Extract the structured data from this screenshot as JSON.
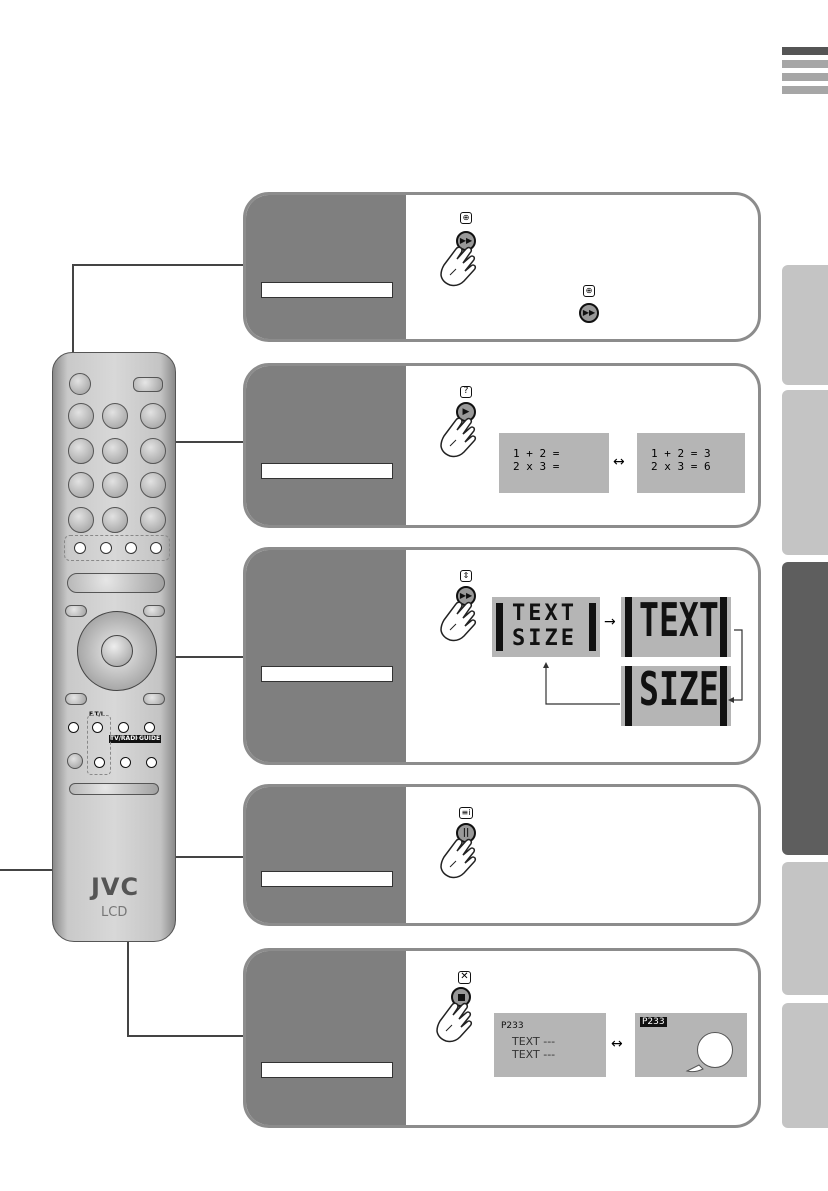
{
  "header": {
    "bar_colors": [
      "#555555",
      "#a6a6a6",
      "#a6a6a6",
      "#a6a6a6"
    ]
  },
  "remote": {
    "brand": "JVC",
    "model_text": "LCD",
    "labels": {
      "ftl": "F.T/L",
      "tv_radio": "TV/RADIO",
      "guide": "GUIDE"
    }
  },
  "panels": {
    "reveal": {
      "left_expr": "1 + 2 =\n2 x 3 =",
      "right_expr": "1 + 2 = 3\n2 x 3 = 6"
    },
    "size": {
      "text_small_1": "TEXT",
      "text_small_2": "SIZE",
      "text_big_1": "TEXT",
      "text_big_2": "SIZE"
    },
    "cancel": {
      "page_left": "P233",
      "line1": "TEXT ---",
      "line2": "TEXT ---",
      "page_right": "P233"
    }
  },
  "icons": {
    "subpage": "subpage-icon",
    "reveal": "question-icon",
    "size": "size-icon",
    "index": "index-icon",
    "cancel": "cancel-icon",
    "hand": "pointing-hand-icon"
  }
}
